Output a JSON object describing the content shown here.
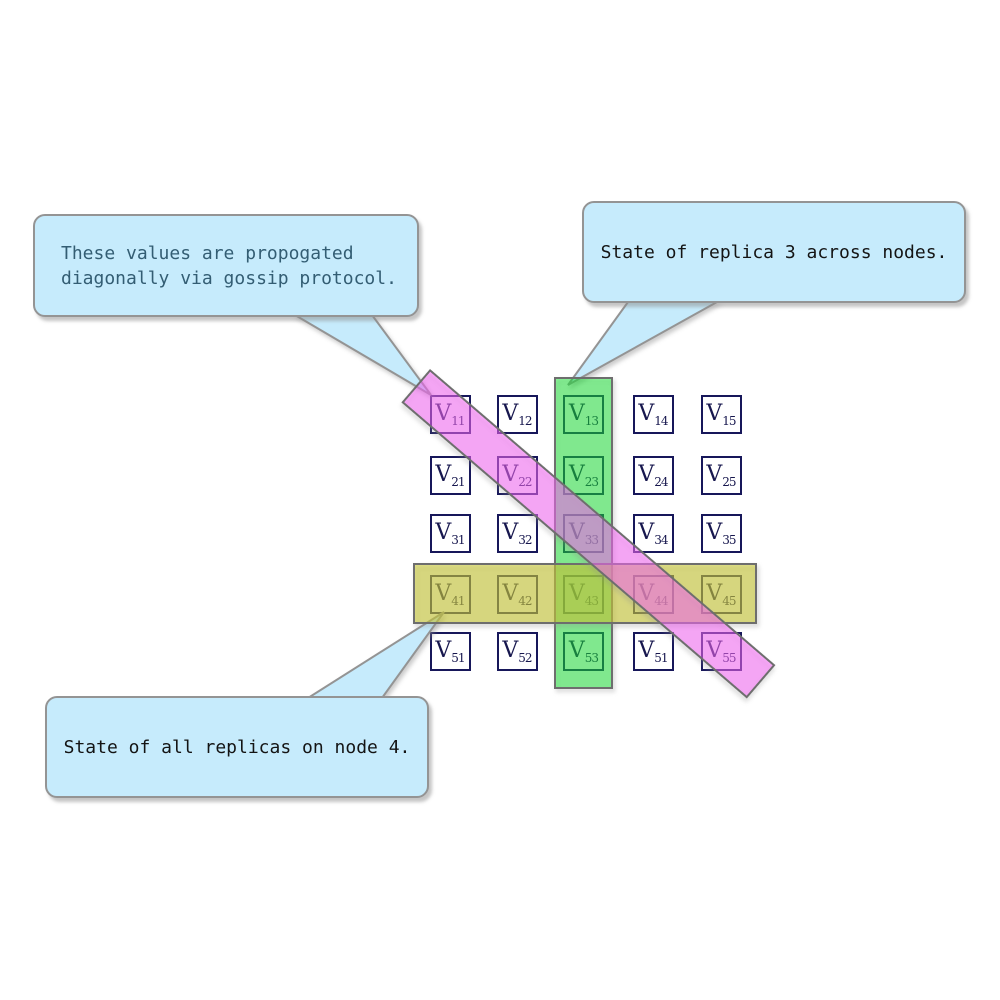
{
  "matrix": {
    "symbol": "V",
    "rows": [
      [
        "11",
        "12",
        "13",
        "14",
        "15"
      ],
      [
        "21",
        "22",
        "23",
        "24",
        "25"
      ],
      [
        "31",
        "32",
        "33",
        "34",
        "35"
      ],
      [
        "41",
        "42",
        "43",
        "44",
        "45"
      ],
      [
        "51",
        "52",
        "53",
        "51",
        "55"
      ]
    ]
  },
  "callouts": {
    "gossip": {
      "lines": [
        "These values are propogated",
        "diagonally via gossip protocol."
      ]
    },
    "replica3": {
      "lines": [
        "State of replica 3 across nodes."
      ]
    },
    "node4": {
      "lines": [
        "State of all replicas on node 4."
      ]
    }
  },
  "highlights": {
    "replica_column": {
      "name": "replica-3-column-highlight",
      "fill": "rgba(0,230,30,0.45)"
    },
    "node_row": {
      "name": "node-4-row-highlight",
      "fill": "rgba(200,200,40,0.55)"
    },
    "gossip_diagonal": {
      "name": "gossip-diagonal-highlight",
      "fill": "rgba(255,90,255,0.48)"
    }
  },
  "colors": {
    "callout_fill": "#c6ebfc",
    "callout_border": "#949494",
    "band_border": "#6e6e6e",
    "cell_border": "#17175a",
    "cell_text": "#17174e",
    "gossip_text": "#335d73",
    "plain_text": "#141414"
  }
}
